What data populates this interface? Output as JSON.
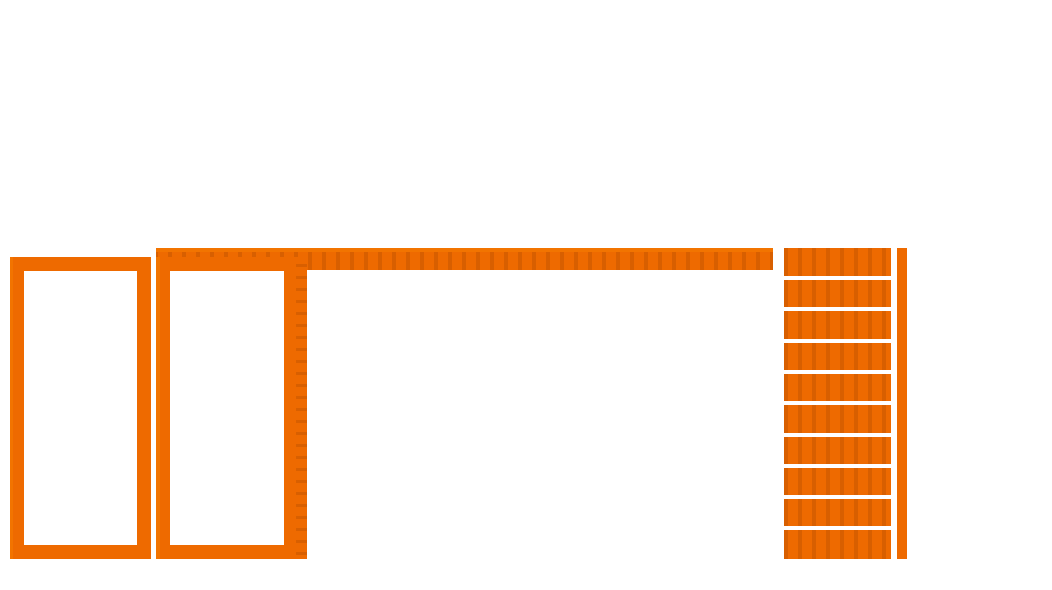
{
  "colors": {
    "background": "#ffffff",
    "orange": "#ee6a00",
    "orange_light": "#f27400",
    "orange_dark": "#c95400",
    "rung": "#ffffff"
  },
  "scene": {
    "frames": [
      {
        "name": "frame-left",
        "shape": "hollow-rectangle"
      },
      {
        "name": "frame-middle",
        "shape": "hollow-rectangle"
      }
    ],
    "beam": {
      "name": "top-beam",
      "shape": "horizontal-bar"
    },
    "ladder": {
      "name": "ladder",
      "rung_count": 9
    }
  }
}
